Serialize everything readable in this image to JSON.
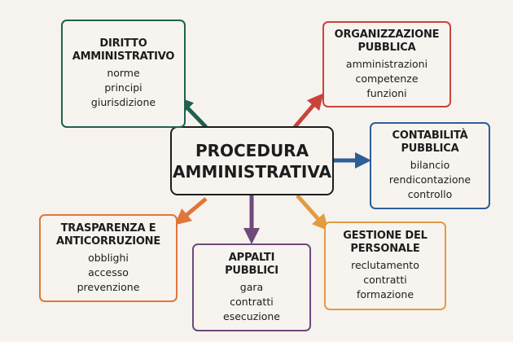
{
  "center": {
    "title_line1": "PROCEDURA",
    "title_line2": "AMMINISTRATIVA"
  },
  "nodes": [
    {
      "id": "diritto",
      "title_line1": "DIRITTO",
      "title_line2": "AMMINISTRATIVO",
      "items": [
        "norme",
        "principi",
        "giurisdizione"
      ],
      "color": "#1e6150"
    },
    {
      "id": "organizzazione",
      "title_line1": "ORGANIZZAZIONE",
      "title_line2": "PUBBLICA",
      "items": [
        "amministrazioni",
        "competenze",
        "funzioni"
      ],
      "color": "#c9433b"
    },
    {
      "id": "contabilita",
      "title_line1": "CONTABILITÀ",
      "title_line2": "PUBBLICA",
      "items": [
        "bilancio",
        "rendicontazione",
        "controllo"
      ],
      "color": "#2d5f95"
    },
    {
      "id": "trasparenza",
      "title_line1": "TRASPARENZA E",
      "title_line2": "ANTICORRUZIONE",
      "items": [
        "obblighi",
        "accesso",
        "prevenzione"
      ],
      "color": "#df773a"
    },
    {
      "id": "appalti",
      "title_line1": "APPALTI",
      "title_line2": "PUBBLICI",
      "items": [
        "gara",
        "contratti",
        "esecuzione"
      ],
      "color": "#6e4a7b"
    },
    {
      "id": "gestione",
      "title_line1": "GESTIONE DEL",
      "title_line2": "PERSONALE",
      "items": [
        "reclutamento",
        "contratti",
        "formazione"
      ],
      "color": "#e39b42"
    }
  ]
}
